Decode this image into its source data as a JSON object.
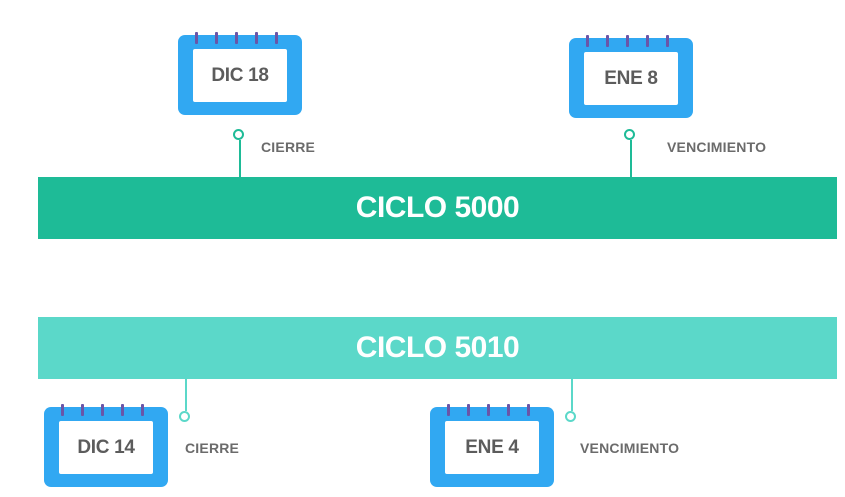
{
  "colors": {
    "band_1": "#1ebb97",
    "band_2": "#5bd8c9",
    "calendar": "#31a8f2",
    "calendar_rings": "#6a55a8",
    "label_text": "#6b6b6b"
  },
  "cycles": [
    {
      "title": "CICLO 5000",
      "events": [
        {
          "date": "DIC 18",
          "label": "CIERRE",
          "icon": "calendar-icon"
        },
        {
          "date": "ENE 8",
          "label": "VENCIMIENTO",
          "icon": "calendar-icon"
        }
      ]
    },
    {
      "title": "CICLO 5010",
      "events": [
        {
          "date": "DIC 14",
          "label": "CIERRE",
          "icon": "calendar-icon"
        },
        {
          "date": "ENE 4",
          "label": "VENCIMIENTO",
          "icon": "calendar-icon"
        }
      ]
    }
  ]
}
